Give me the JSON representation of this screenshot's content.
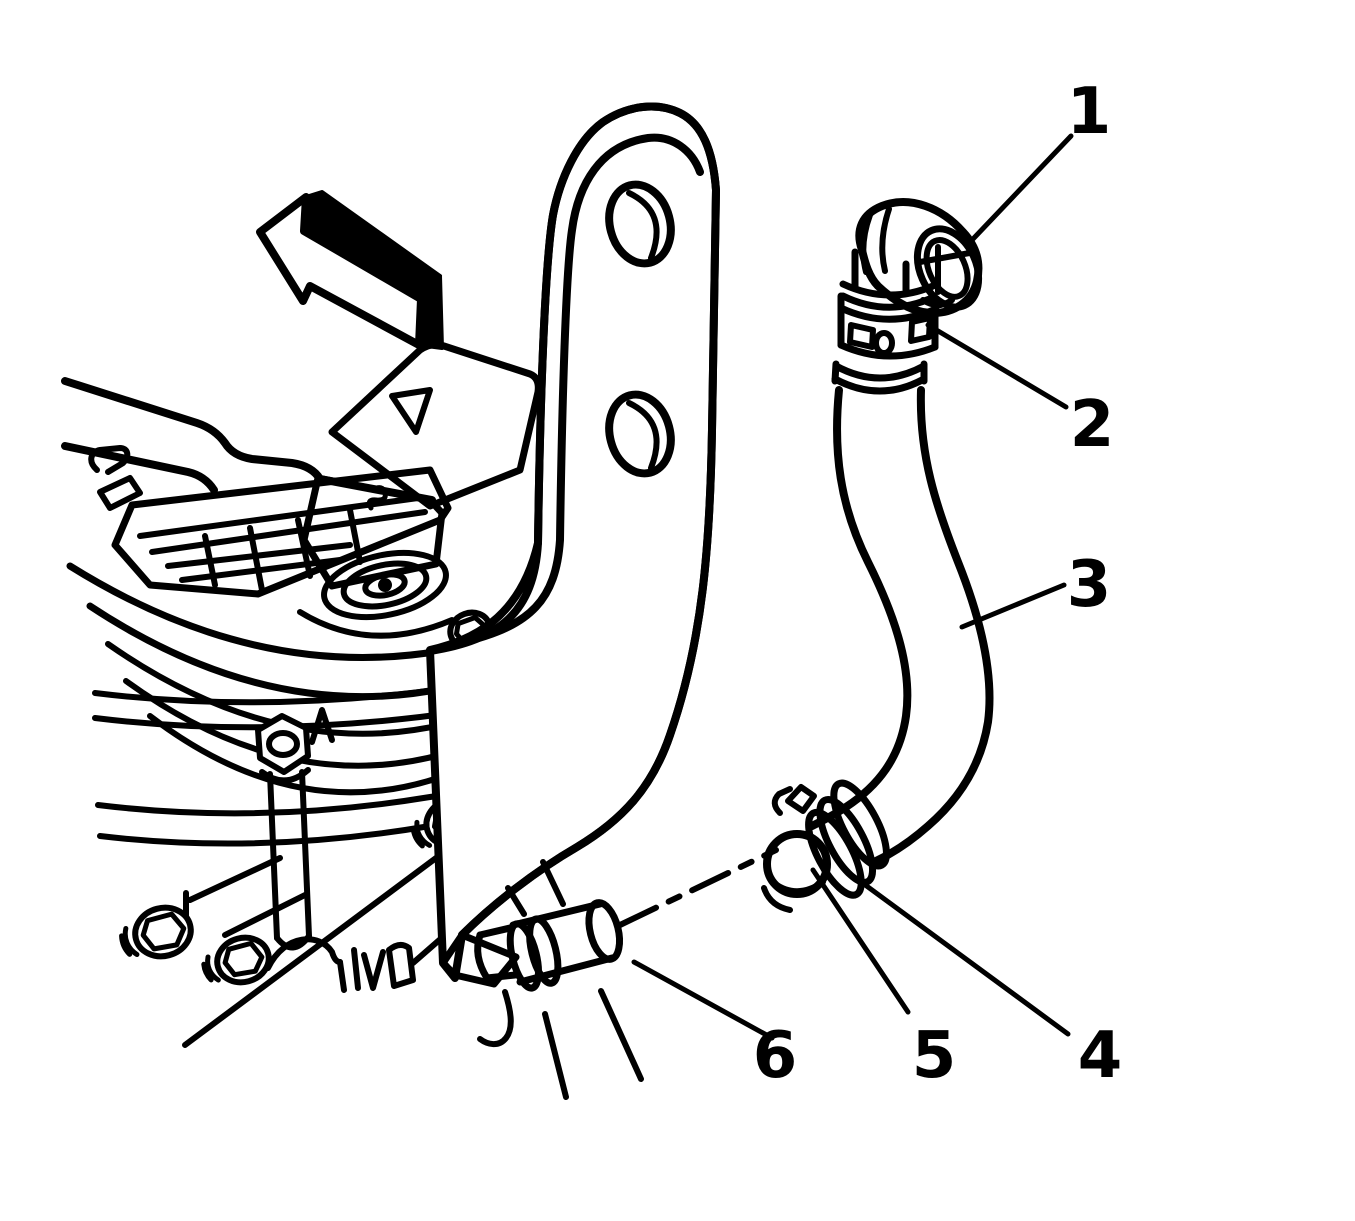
{
  "figure": {
    "kind": "parts-diagram",
    "background": "#ffffff",
    "line_color": "#000000"
  },
  "direction_arrow": {
    "icon": "direction-arrow-icon",
    "points": "upper-left"
  },
  "callouts": [
    {
      "label": "1"
    },
    {
      "label": "2"
    },
    {
      "label": "3"
    },
    {
      "label": "4"
    },
    {
      "label": "5"
    },
    {
      "label": "6"
    }
  ]
}
